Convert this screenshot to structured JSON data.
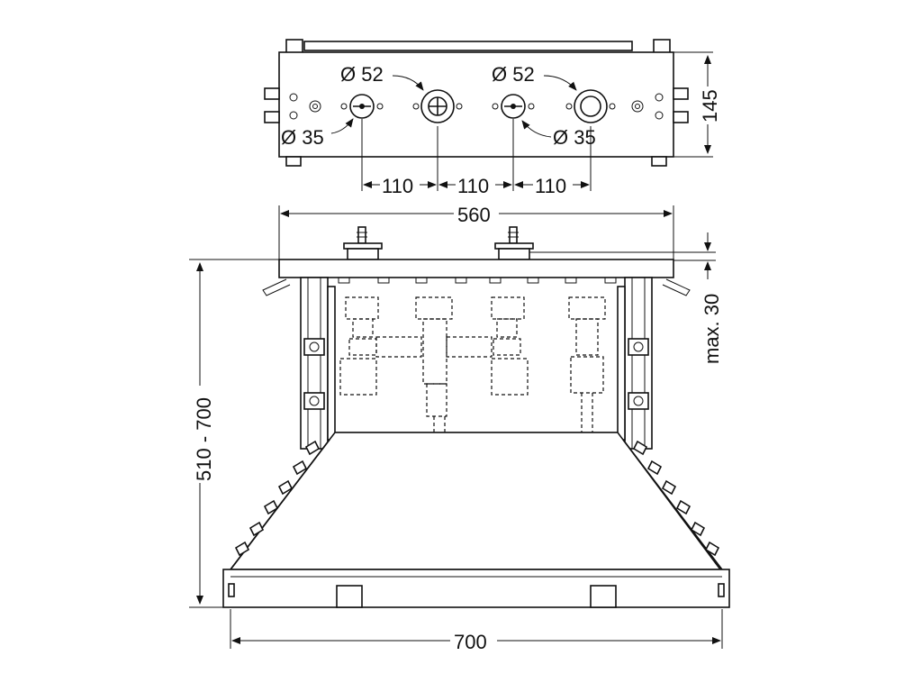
{
  "top_view": {
    "dia_upper_left": "Ø 52",
    "dia_upper_right": "Ø 52",
    "dia_lower_left": "Ø 35",
    "dia_lower_right": "Ø 35",
    "height": "145",
    "spacing_1": "110",
    "spacing_2": "110",
    "spacing_3": "110"
  },
  "front_view": {
    "width_top": "560",
    "depth_range": "510 - 700",
    "max_offset": "max. 30",
    "width_bottom": "700"
  },
  "icons": [
    "valve-left-icon",
    "valve-center-icon",
    "valve-right-icon",
    "outlet-right-icon"
  ]
}
